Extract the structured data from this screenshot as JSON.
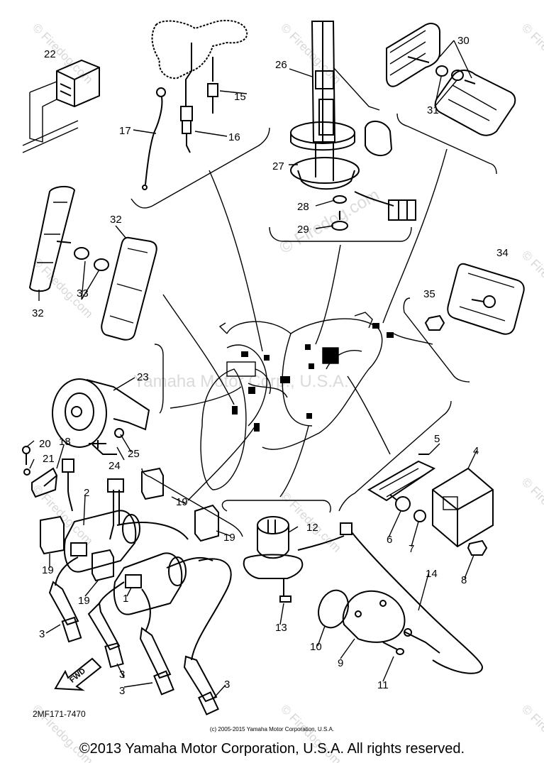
{
  "diagram": {
    "part_numbers": [
      "1",
      "2",
      "3",
      "3",
      "3",
      "3",
      "4",
      "5",
      "6",
      "7",
      "8",
      "9",
      "10",
      "11",
      "12",
      "13",
      "14",
      "15",
      "16",
      "17",
      "18",
      "19",
      "19",
      "19",
      "19",
      "20",
      "21",
      "22",
      "23",
      "24",
      "25",
      "26",
      "27",
      "28",
      "29",
      "30",
      "31",
      "32",
      "32",
      "33",
      "34",
      "35"
    ],
    "doc_id": "2MF171-7470",
    "fwd_label": "FWD",
    "small_copyright": "(c) 2005-2015 Yamaha Motor Corporation, U.S.A.",
    "copyright": "©2013 Yamaha Motor Corporation, U.S.A. All rights reserved.",
    "watermark_brand": "© Firedog.com",
    "watermark_center": "Yamaha Motor Corp., U.S.A."
  },
  "colors": {
    "line": "#000000",
    "background": "#ffffff",
    "watermark": "#bdbdbd"
  }
}
